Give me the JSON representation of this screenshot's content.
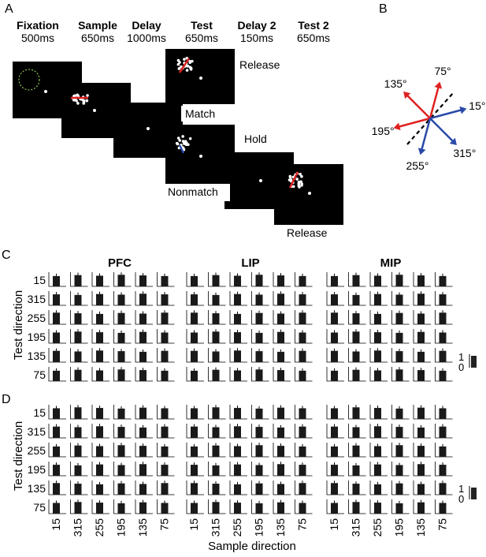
{
  "panel_a": {
    "label": "A",
    "epochs": [
      {
        "name": "Fixation",
        "duration": "500ms"
      },
      {
        "name": "Sample",
        "duration": "650ms"
      },
      {
        "name": "Delay",
        "duration": "1000ms"
      },
      {
        "name": "Test",
        "duration": "650ms"
      },
      {
        "name": "Delay 2",
        "duration": "150ms"
      },
      {
        "name": "Test 2",
        "duration": "650ms"
      }
    ],
    "outcomes": {
      "release_top": "Release",
      "match": "Match",
      "hold": "Hold",
      "nonmatch": "Nonmatch",
      "release_bottom": "Release"
    }
  },
  "panel_b": {
    "label": "B",
    "directions": [
      {
        "label": "135°",
        "angle": 135,
        "color": "#e02020"
      },
      {
        "label": "75°",
        "angle": 75,
        "color": "#e02020"
      },
      {
        "label": "15°",
        "angle": 15,
        "color": "#2a4aa8"
      },
      {
        "label": "195°",
        "angle": 195,
        "color": "#e02020"
      },
      {
        "label": "255°",
        "angle": 255,
        "color": "#2a4aa8"
      },
      {
        "label": "315°",
        "angle": 315,
        "color": "#2a4aa8"
      }
    ],
    "boundary_angle": 45
  },
  "panel_c": {
    "label": "C"
  },
  "panel_d": {
    "label": "D"
  },
  "areas": [
    "PFC",
    "LIP",
    "MIP"
  ],
  "y_axis_label": "Test direction",
  "x_axis_label": "Sample direction",
  "test_directions": [
    "15",
    "315",
    "255",
    "195",
    "135",
    "75"
  ],
  "sample_directions": [
    "15",
    "315",
    "255",
    "195",
    "135",
    "75"
  ],
  "scale_bar": {
    "top": "1",
    "bottom": "0"
  },
  "chart_data": [
    {
      "type": "bar",
      "panel": "C",
      "grid": "6 x 6 per area",
      "ylim": [
        0,
        1
      ],
      "approx_value": 0.9
    },
    {
      "type": "bar",
      "panel": "D",
      "grid": "6 x 6 per area",
      "ylim": [
        0,
        1
      ],
      "approx_value": 0.9
    }
  ]
}
